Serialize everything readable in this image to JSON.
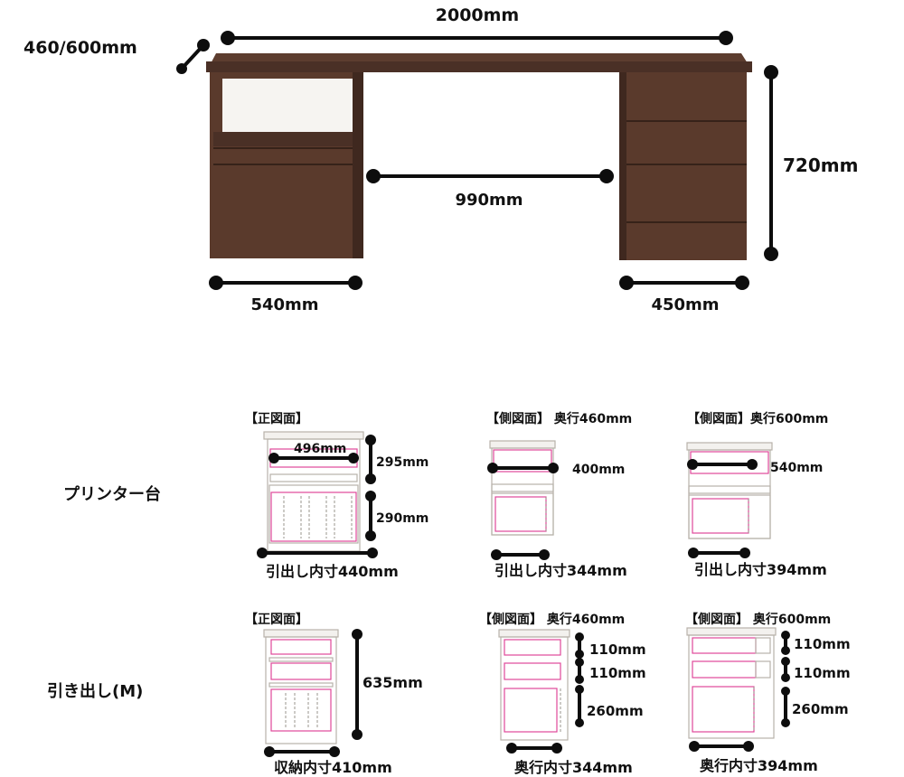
{
  "top_diagram": {
    "width_label": "2000mm",
    "depth_label": "460/600mm",
    "height_label": "720mm",
    "knee_label": "990mm",
    "left_unit_label": "540mm",
    "right_unit_label": "450mm"
  },
  "printer_stand": {
    "row_label": "プリンター台",
    "front": {
      "title": "【正図面】",
      "inner_width": "496mm",
      "upper_height": "295mm",
      "lower_height": "290mm",
      "caption": "引出し内寸440mm"
    },
    "side460": {
      "title": "【側図面】 奥行460mm",
      "depth": "400mm",
      "caption": "引出し内寸344mm"
    },
    "side600": {
      "title": "【側図面】奥行600mm",
      "depth": "540mm",
      "caption": "引出し内寸394mm"
    }
  },
  "drawer_m": {
    "row_label": "引き出し(M)",
    "front": {
      "title": "【正図面】",
      "height": "635mm",
      "caption": "収納内寸410mm"
    },
    "side460": {
      "title": "【側図面】 奥行460mm",
      "h1": "110mm",
      "h2": "110mm",
      "h3": "260mm",
      "caption": "奥行内寸344mm"
    },
    "side600": {
      "title": "【側図面】 奥行600mm",
      "h1": "110mm",
      "h2": "110mm",
      "h3": "260mm",
      "caption": "奥行内寸394mm"
    }
  }
}
